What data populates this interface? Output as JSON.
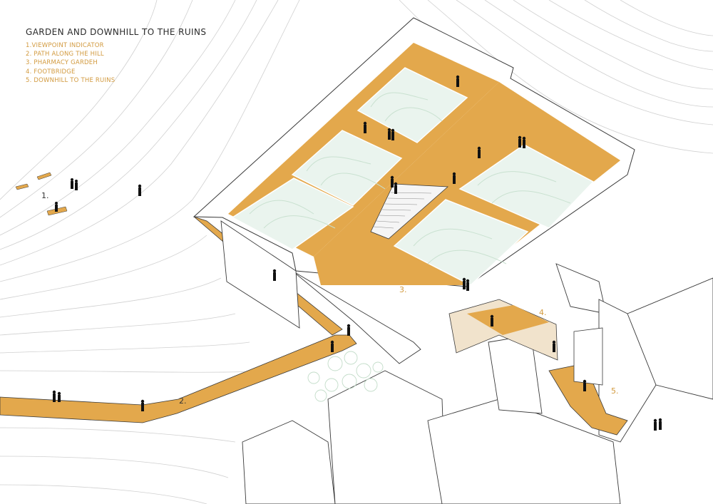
{
  "title": "GARDEN AND DOWNHILL TO THE RUINS",
  "legend": [
    {
      "num": "1.",
      "label": "VIEWPOINT INDICATOR"
    },
    {
      "num": "2.",
      "label": "PATH ALONG THE HILL"
    },
    {
      "num": "3.",
      "label": "PHARMACY GARDEH"
    },
    {
      "num": "4.",
      "label": "FOOTBRIDGE"
    },
    {
      "num": "5.",
      "label": "DOWNHILL TO THE RUINS"
    }
  ],
  "callouts": [
    "1.",
    "2.",
    "3.",
    "4.",
    "5."
  ],
  "colors": {
    "accent": "#E3A84C",
    "accent_text": "#D29A3F",
    "line": "#3a3a3a",
    "contour": "#cfcfcf",
    "garden": "#eaf4ee"
  }
}
